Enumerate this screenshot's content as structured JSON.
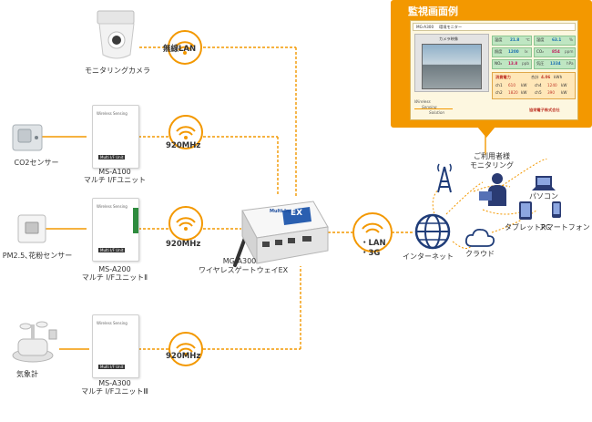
{
  "colors": {
    "accent": "#f39800",
    "line": "#f39800"
  },
  "devices": {
    "camera": "モニタリングカメラ",
    "co2": "CO2センサー",
    "pm": "PM2.5､花粉センサー",
    "weather": "気象計"
  },
  "units": [
    {
      "model": "MS-A100",
      "desc": "マルチ I/Fユニット",
      "brand": "Wireless Sensing",
      "badge": "Multi I/F Unit"
    },
    {
      "model": "MS-A200",
      "desc": "マルチ I/FユニットⅡ",
      "brand": "Wireless Sensing",
      "badge": "Multi I/F Unit"
    },
    {
      "model": "MS-A300",
      "desc": "マルチ I/FユニットⅢ",
      "brand": "Wireless Sensing",
      "badge": "Multi I/F Unit"
    }
  ],
  "wireless": {
    "lan": "無線LAN",
    "f1": "920MHz",
    "f2": "920MHz",
    "f3": "920MHz"
  },
  "gateway": {
    "model": "MG-A300",
    "desc": "ワイヤレスゲートウェイEX",
    "brand": "Multi Input",
    "ex": "EX"
  },
  "uplink": {
    "lan": "・LAN",
    "g3": "・3G"
  },
  "internet": "インターネット",
  "cloud": "クラウド",
  "user": {
    "line1": "ご利用者様",
    "line2": "モニタリング"
  },
  "clients": {
    "pc": "パソコン",
    "tablet": "タブレットPC",
    "phone": "スマートフォン"
  },
  "example": {
    "title": "監視画面例",
    "header_model": "MG-A300",
    "header_name": "環境モニター",
    "camera_label": "カメラ映像",
    "readings": [
      {
        "name": "温度",
        "value": "21.8",
        "unit": "℃"
      },
      {
        "name": "湿度",
        "value": "63.1",
        "unit": "%"
      },
      {
        "name": "照度",
        "value": "1200",
        "unit": "lx"
      },
      {
        "name": "CO₂",
        "value": "854",
        "unit": "ppm"
      },
      {
        "name": "NO₂",
        "value": "13.8",
        "unit": "ppb"
      },
      {
        "name": "気圧",
        "value": "1334",
        "unit": "hPa"
      }
    ],
    "power_label": "消費電力",
    "power_rows": [
      {
        "k1": "ch1",
        "v1": "610",
        "u1": "kW",
        "k2": "ch4",
        "v2": "1240",
        "u2": "kW"
      },
      {
        "k1": "ch2",
        "v1": "1820",
        "u1": "kW",
        "k2": "ch5",
        "v2": "390",
        "u2": "kW"
      }
    ],
    "power_total": "4.06",
    "power_total_unit": "kWh",
    "power_total_key": "合計",
    "brand1": "Wireless",
    "brand2": "Sensing",
    "brand3": "Solution",
    "company": "協栄電子株式会社"
  }
}
